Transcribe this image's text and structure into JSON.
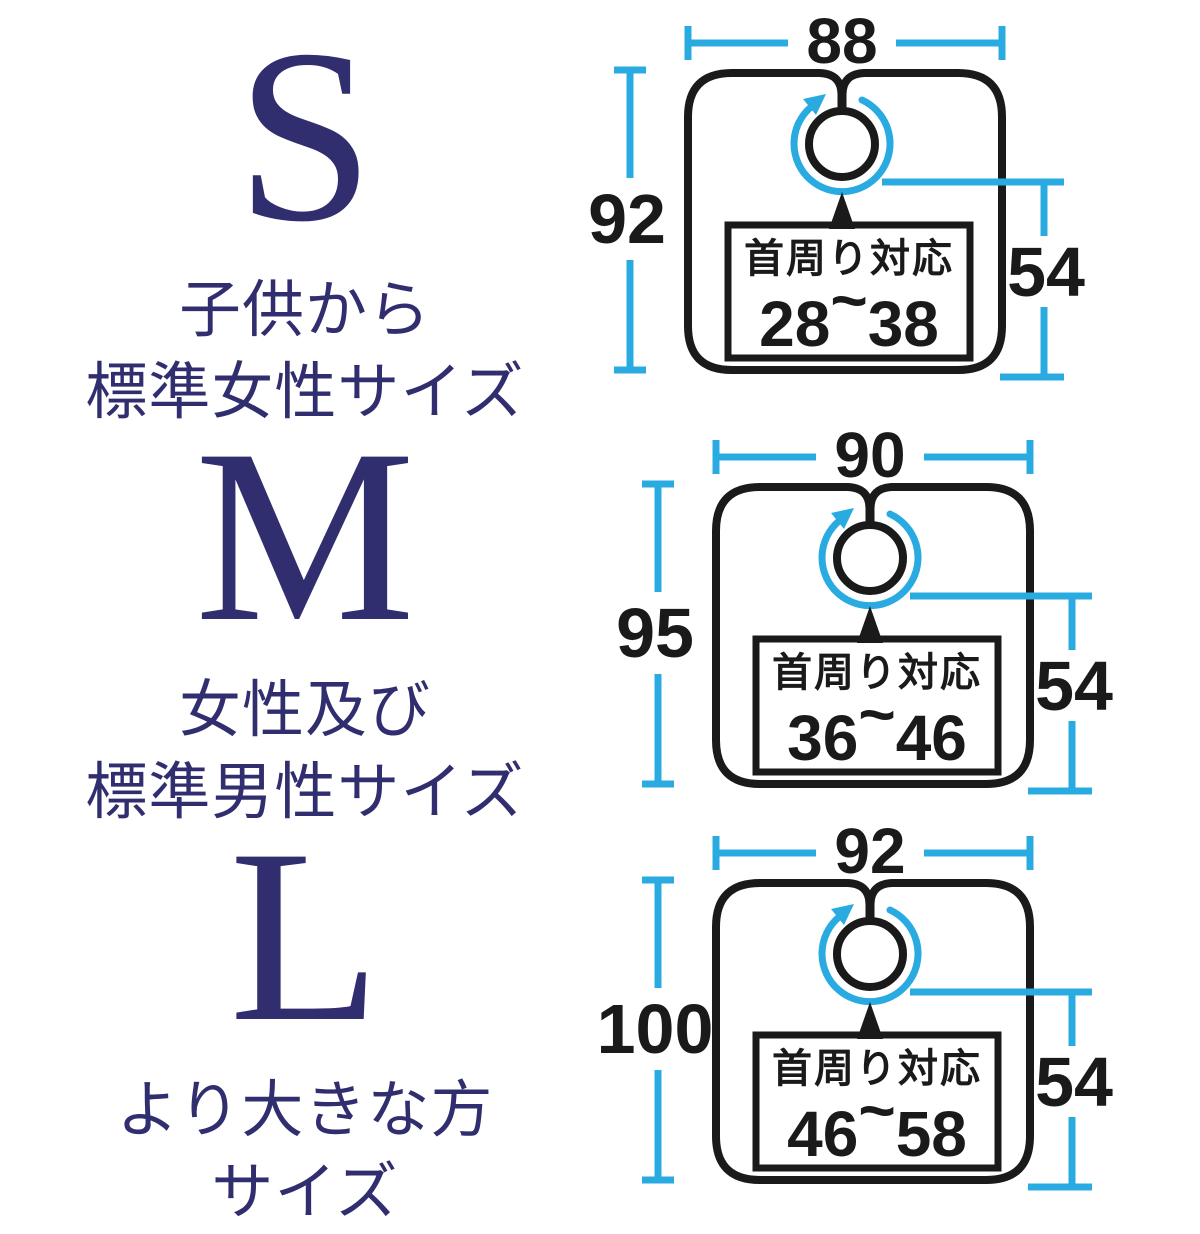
{
  "colors": {
    "dimension_cyan": "#29abe2",
    "letter_navy": "#302e6f",
    "ink_black": "#1a1a1a",
    "background": "#ffffff"
  },
  "labels": {
    "neck_box_title": "首周り対応",
    "range_tilde": "~"
  },
  "sizes": [
    {
      "letter": "S",
      "desc_line1": "子供から",
      "desc_line2": "標準女性サイズ",
      "width": "88",
      "height": "92",
      "neck_to_hem": "54",
      "neck_min": "28",
      "neck_max": "38"
    },
    {
      "letter": "M",
      "desc_line1": "女性及び",
      "desc_line2": "標準男性サイズ",
      "width": "90",
      "height": "95",
      "neck_to_hem": "54",
      "neck_min": "36",
      "neck_max": "46"
    },
    {
      "letter": "L",
      "desc_line1": "より大きな方",
      "desc_line2": "サイズ",
      "width": "92",
      "height": "100",
      "neck_to_hem": "54",
      "neck_min": "46",
      "neck_max": "58"
    }
  ]
}
